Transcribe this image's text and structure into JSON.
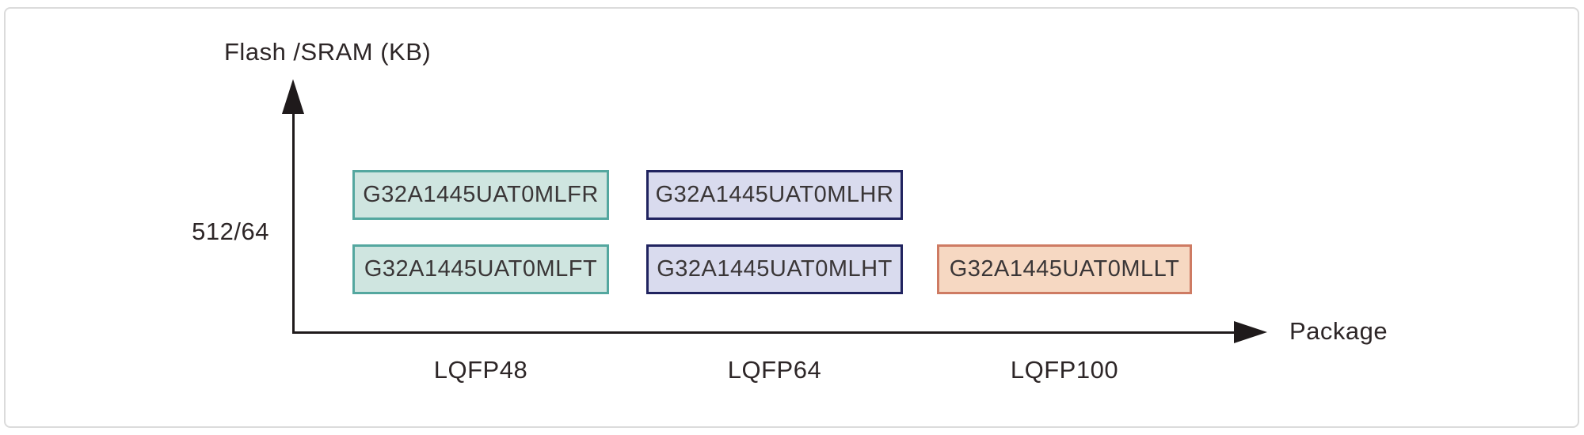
{
  "chart_data": {
    "type": "scatter",
    "title": "Flash /SRAM (KB)",
    "xlabel": "Package",
    "ylabel": "Flash /SRAM (KB)",
    "x_categories": [
      "LQFP48",
      "LQFP64",
      "LQFP100"
    ],
    "y_categories": [
      "512/64"
    ],
    "grid": "off",
    "points": [
      {
        "part": "G32A1445UAT0MLFR",
        "package": "LQFP48",
        "flash_sram_kb": "512/64",
        "row": 1,
        "color_key": "teal"
      },
      {
        "part": "G32A1445UAT0MLHR",
        "package": "LQFP64",
        "flash_sram_kb": "512/64",
        "row": 1,
        "color_key": "navy"
      },
      {
        "part": "G32A1445UAT0MLFT",
        "package": "LQFP48",
        "flash_sram_kb": "512/64",
        "row": 2,
        "color_key": "teal"
      },
      {
        "part": "G32A1445UAT0MLHT",
        "package": "LQFP64",
        "flash_sram_kb": "512/64",
        "row": 2,
        "color_key": "navy"
      },
      {
        "part": "G32A1445UAT0MLLT",
        "package": "LQFP100",
        "flash_sram_kb": "512/64",
        "row": 2,
        "color_key": "salmon"
      }
    ]
  },
  "colors": {
    "teal_border": "#54a79f",
    "teal_fill": "#cfe5e0",
    "navy_border": "#20235f",
    "navy_fill": "#d9dbee",
    "salmon_border": "#ce7b63",
    "salmon_fill": "#f6d8c2",
    "axis": "#1f1a1b",
    "text": "#2d2627",
    "frame_border": "#dbdbdb"
  }
}
